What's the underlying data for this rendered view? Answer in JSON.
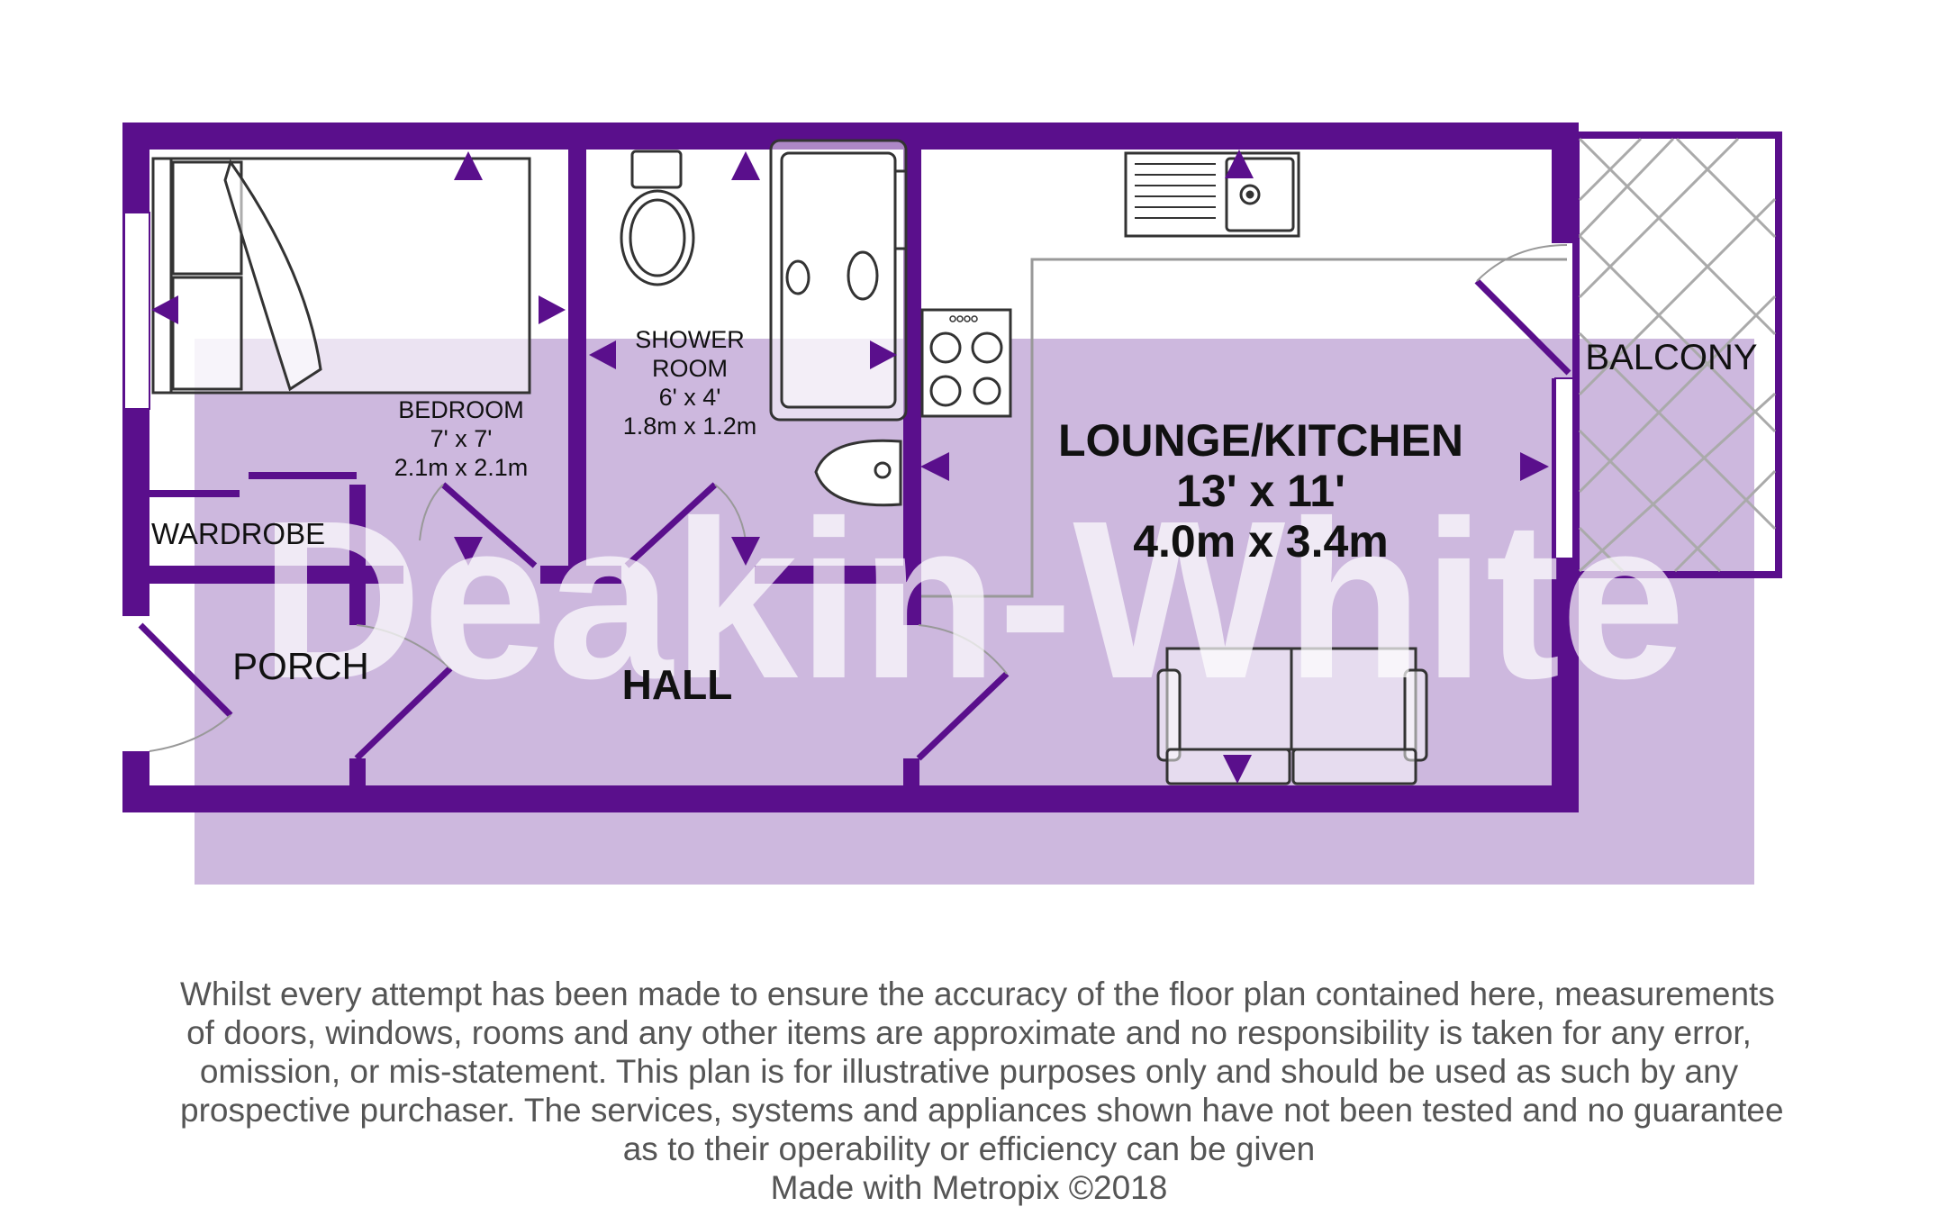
{
  "brand": {
    "watermark": "Deakin-White",
    "wall_color": "#5a0f8c",
    "overlay_color": "#c9b3dc",
    "marker_color": "#5a0f8c"
  },
  "rooms": {
    "bedroom": {
      "name": "BEDROOM",
      "imperial": "7' x 7'",
      "metric": "2.1m x 2.1m"
    },
    "shower_room": {
      "name_line1": "SHOWER",
      "name_line2": "ROOM",
      "imperial": "6' x 4'",
      "metric": "1.8m x 1.2m"
    },
    "lounge_kitchen": {
      "name": "LOUNGE/KITCHEN",
      "imperial": "13' x 11'",
      "metric": "4.0m x 3.4m"
    },
    "balcony": {
      "name": "BALCONY"
    },
    "wardrobe": {
      "name": "WARDROBE"
    },
    "porch": {
      "name": "PORCH"
    },
    "hall": {
      "name": "HALL"
    }
  },
  "disclaimer": {
    "lines": [
      "Whilst every attempt has been made to ensure the accuracy of the floor plan contained here, measurements",
      "of doors, windows, rooms and any other items are approximate and no responsibility is taken for any error,",
      "omission, or mis-statement. This plan is for illustrative purposes only and should be used as such by any",
      "prospective purchaser. The services, systems and appliances shown have not been tested and no guarantee",
      "as to their operability or efficiency can be given"
    ],
    "credit": "Made with Metropix ©2018"
  }
}
